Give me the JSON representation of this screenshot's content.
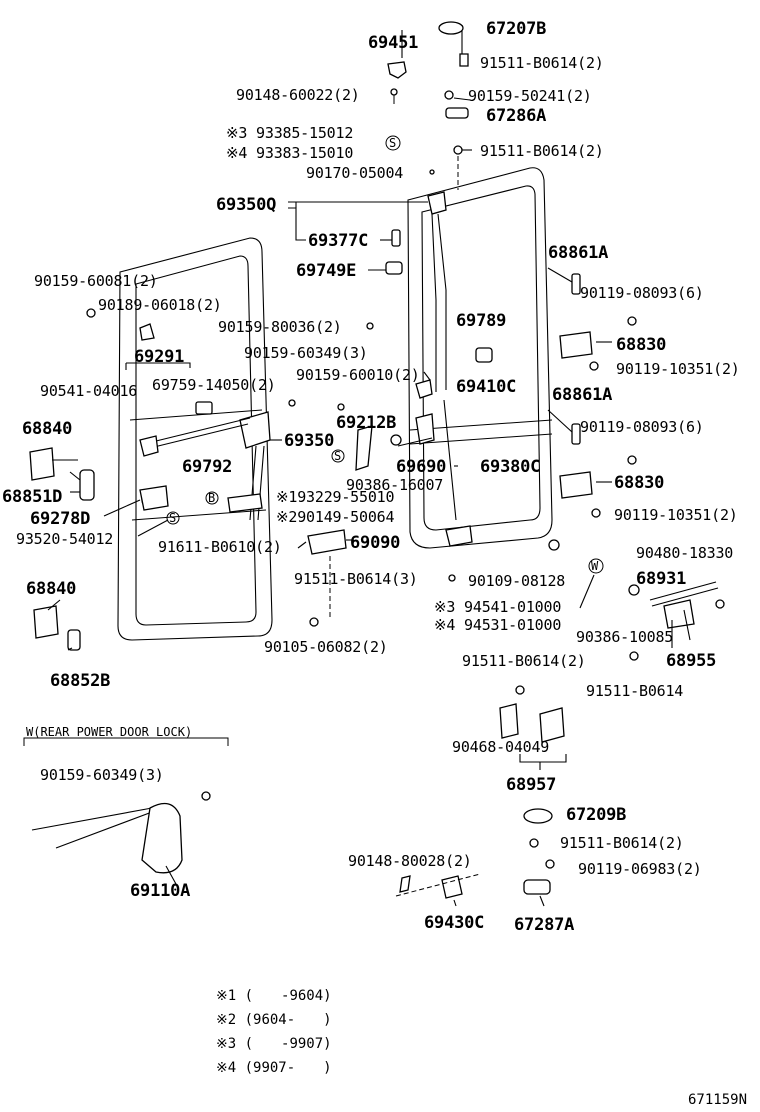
{
  "labels": [
    {
      "id": "p69451",
      "text": "69451"
    },
    {
      "id": "p67207B",
      "text": "67207B"
    },
    {
      "id": "p91511B0614a",
      "text": "91511-B0614(2)"
    },
    {
      "id": "p9014860022",
      "text": "90148-60022(2)"
    },
    {
      "id": "p9015950241",
      "text": "90159-50241(2)"
    },
    {
      "id": "p67286A",
      "text": "67286A"
    },
    {
      "id": "p9338515012",
      "text": "※3 93385-15012"
    },
    {
      "id": "p9338315010",
      "text": "※4 93383-15010"
    },
    {
      "id": "p91511B0614b",
      "text": "91511-B0614(2)"
    },
    {
      "id": "p9017005004",
      "text": "90170-05004"
    },
    {
      "id": "p69350Q",
      "text": "69350Q"
    },
    {
      "id": "p69377C",
      "text": "69377C"
    },
    {
      "id": "p68861Aa",
      "text": "68861A"
    },
    {
      "id": "p69749E",
      "text": "69749E"
    },
    {
      "id": "p9011908093a",
      "text": "90119-08093(6)"
    },
    {
      "id": "p9015960081",
      "text": "90159-60081(2)"
    },
    {
      "id": "p9018906018",
      "text": "90189-06018(2)"
    },
    {
      "id": "p69789",
      "text": "69789"
    },
    {
      "id": "p9015980036",
      "text": "90159-80036(2)"
    },
    {
      "id": "p68830a",
      "text": "68830"
    },
    {
      "id": "p9011910351a",
      "text": "90119-10351(2)"
    },
    {
      "id": "p69291",
      "text": "69291"
    },
    {
      "id": "p9015960349",
      "text": "90159-60349(3)"
    },
    {
      "id": "p9054104016",
      "text": "90541-04016"
    },
    {
      "id": "p6975914050",
      "text": "69759-14050(2)"
    },
    {
      "id": "p9015960010",
      "text": "90159-60010(2)"
    },
    {
      "id": "p69410C",
      "text": "69410C"
    },
    {
      "id": "p68861Ab",
      "text": "68861A"
    },
    {
      "id": "p68840a",
      "text": "68840"
    },
    {
      "id": "p69212B",
      "text": "69212B"
    },
    {
      "id": "p9011908093b",
      "text": "90119-08093(6)"
    },
    {
      "id": "p69350",
      "text": "69350"
    },
    {
      "id": "p69792",
      "text": "69792"
    },
    {
      "id": "p69690",
      "text": "69690"
    },
    {
      "id": "p69380C",
      "text": "69380C"
    },
    {
      "id": "p9038616007",
      "text": "90386-16007"
    },
    {
      "id": "p68830b",
      "text": "68830"
    },
    {
      "id": "p68851D",
      "text": "68851D"
    },
    {
      "id": "p9322955010",
      "text": "※193229-55010"
    },
    {
      "id": "p69278D",
      "text": "69278D"
    },
    {
      "id": "p9014950064",
      "text": "※290149-50064"
    },
    {
      "id": "p9011910351b",
      "text": "90119-10351(2)"
    },
    {
      "id": "p9352054012",
      "text": "93520-54012"
    },
    {
      "id": "p91611B0610",
      "text": "91611-B0610(2)"
    },
    {
      "id": "p69090",
      "text": "69090"
    },
    {
      "id": "p9048018330",
      "text": "90480-18330"
    },
    {
      "id": "p91511B0614c",
      "text": "91511-B0614(3)"
    },
    {
      "id": "p9010908128",
      "text": "90109-08128"
    },
    {
      "id": "p68931",
      "text": "68931"
    },
    {
      "id": "p68840b",
      "text": "68840"
    },
    {
      "id": "p9454101000",
      "text": "※3 94541-01000"
    },
    {
      "id": "p9453101000",
      "text": "※4 94531-01000"
    },
    {
      "id": "p9038610085",
      "text": "90386-10085"
    },
    {
      "id": "p9010506082",
      "text": "90105-06082(2)"
    },
    {
      "id": "p68852B",
      "text": "68852B"
    },
    {
      "id": "p91511B0614d",
      "text": "91511-B0614(2)"
    },
    {
      "id": "p68955",
      "text": "68955"
    },
    {
      "id": "p91511B0614e",
      "text": "91511-B0614"
    },
    {
      "id": "pRearPower",
      "text": "W(REAR POWER DOOR LOCK)"
    },
    {
      "id": "p9046804049",
      "text": "90468-04049"
    },
    {
      "id": "p9015960349b",
      "text": "90159-60349(3)"
    },
    {
      "id": "p68957",
      "text": "68957"
    },
    {
      "id": "p67209B",
      "text": "67209B"
    },
    {
      "id": "p91511B0614f",
      "text": "91511-B0614(2)"
    },
    {
      "id": "p69110A",
      "text": "69110A"
    },
    {
      "id": "p9014880028",
      "text": "90148-80028(2)"
    },
    {
      "id": "p9011906983",
      "text": "90119-06983(2)"
    },
    {
      "id": "p69430C",
      "text": "69430C"
    },
    {
      "id": "p67287A",
      "text": "67287A"
    }
  ],
  "notes": [
    {
      "id": "n1",
      "text": "※1 (　　-9604)"
    },
    {
      "id": "n2",
      "text": "※2 (9604-　　)"
    },
    {
      "id": "n3",
      "text": "※3 (　　-9907)"
    },
    {
      "id": "n4",
      "text": "※4 (9907-　　)"
    }
  ],
  "symbols": {
    "s": "S",
    "w": "W",
    "b": "B"
  },
  "figure_code": "671159N"
}
